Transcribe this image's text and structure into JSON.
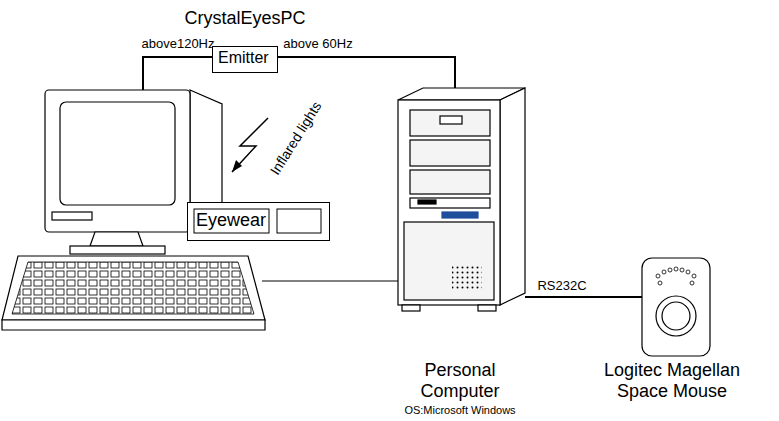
{
  "diagram": {
    "nodes": [
      {
        "text": [
          "Emitter"
        ]
      },
      {
        "text": [
          "Eyewear"
        ]
      }
    ],
    "labels": [
      "CrystalEyesPC",
      "above120Hz",
      "above 60Hz",
      "Inflared lights",
      "RS232C",
      "Personal Computer",
      "OS:Microsoft Windows",
      "Logitec Magellan Space Mouse"
    ]
  }
}
